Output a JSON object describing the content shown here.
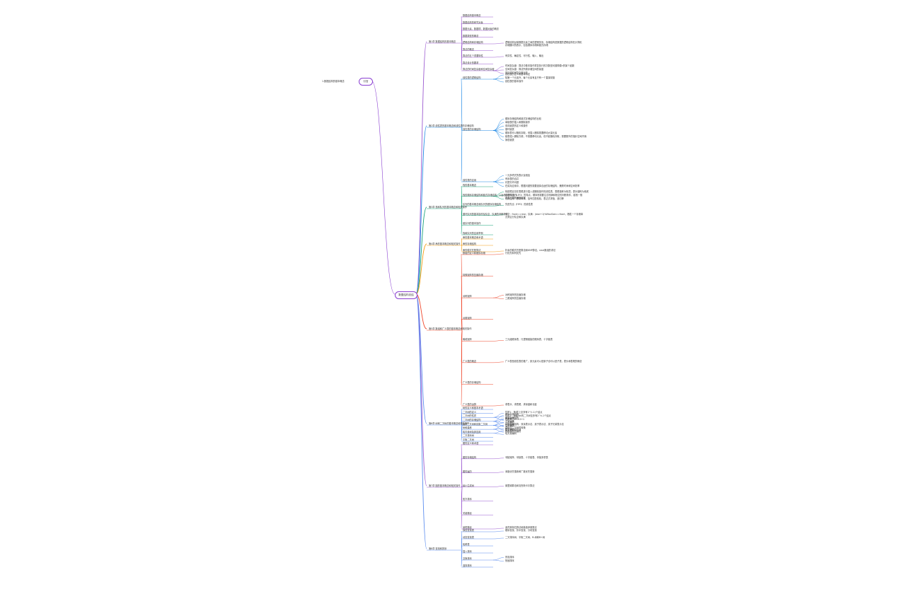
{
  "root": {
    "label": "数据结构总结"
  },
  "side": {
    "text": "1.数据结构的基本概念",
    "pill": "引言"
  },
  "colors": {
    "root_border": "#8a3fd1",
    "b1": "#9b59d0",
    "b2": "#1e88e5",
    "b3": "#1aa37a",
    "b4": "#f39c12",
    "b5": "#ef4a2f",
    "b6": "#5b8def",
    "b7": "#9b59d0",
    "b8": "#5b8def"
  },
  "branches": [
    {
      "label": "第1章 数据结构的基本概念",
      "children": [
        {
          "label": "数据结构基本概念"
        },
        {
          "label": "数据结构的研究对象"
        },
        {
          "label": "数据元素、数据项、数据对象的概念"
        },
        {
          "label": "数据类型的概念"
        },
        {
          "label": "逻辑结构和存储结构",
          "note": "逻辑结构反映数据元素之间的逻辑关系，存储结构是数据的逻辑结构在计算机存储器中的表示，包括顺序存储和链式存储"
        },
        {
          "label": "算法的概念"
        },
        {
          "label": "算法的五个重要特性",
          "note": "有穷性、确定性、可行性、输入、输出"
        },
        {
          "label": "算法设计的要求"
        },
        {
          "label": "算法的时间复杂度和空间复杂度",
          "items": [
            "时间复杂度：算法中基本操作重复执行的次数是问题规模n的某个函数",
            "空间复杂度：算法所需存储空间的量度",
            "常见的时间复杂度比较"
          ]
        }
      ]
    },
    {
      "label": "第2章 线性表的基本概念和线性表的存储结构",
      "children": [
        {
          "label": "线性表的逻辑结构",
          "items": [
            "线性表的定义和基本特征",
            "除第一个元素外，每个元素有且只有一个直接前驱",
            "线性表的基本操作"
          ]
        },
        {
          "label": "线性表的存储结构",
          "items": [
            "顺序存储结构和链式存储结构的比较",
            "单链表的插入和删除操作",
            "双向链表的定义和操作",
            "循环链表"
          ],
          "notes": [
            "顺序表可以随机存取，但插入删除需要移动大量元素",
            "链表插入删除方便，不需要移动元素，但不能随机存取，需要额外的指针空间开销",
            "静态链表"
          ]
        },
        {
          "label": "线性表的应用",
          "items": [
            "一元多项式的表示及相加",
            "有序表的合并",
            "约瑟夫环问题"
          ],
          "note": "在实际应用中，根据问题的需要选择合适的存储结构，兼顾时间和空间效率"
        }
      ]
    },
    {
      "label": "第3章 栈和队列的基本概念和相关操作",
      "children": [
        {
          "label": "栈的基本概念"
        },
        {
          "label": "栈的顺序存储结构和链式存储结构，以及栈的基本操作",
          "notes": [
            "栈是限定仅在表尾进行插入或删除操作的线性表，表尾端称为栈顶，表头端称为栈底",
            "后进先出（LIFO）的特点，顺序栈需要注意栈满和栈空的判断条件，链栈一般不会出现栈满的情况",
            "栈的应用：数制转换、括号匹配检验、表达式求值、递归等"
          ]
        },
        {
          "label": "队列的基本概念和队列的顺序存储结构",
          "note": "先进先出（FIFO）的线性表"
        },
        {
          "label": "循环队列的基本操作及队空、队满的判断条件",
          "note": "队空：front==rear；队满：(rear+1)%MaxSize==front，牺牲一个存储单元来区分队空和队满"
        },
        {
          "label": "链队列的基本操作"
        },
        {
          "label": "栈和队列的应用举例"
        }
      ]
    },
    {
      "label": "第4章 串的基本概念和相关操作",
      "children": [
        {
          "label": "串的基本概念和术语"
        },
        {
          "label": "串的存储结构"
        },
        {
          "label": "串的模式匹配算法",
          "note": "朴素的模式匹配算法和KMP算法，next数组的求法"
        }
      ]
    },
    {
      "label": "第5章 数组和广义表的基本概念和相关操作",
      "children": [
        {
          "label": "数组的定义和顺序存储",
          "note": "行优先和列优先"
        },
        {
          "label": "特殊矩阵的压缩存储"
        },
        {
          "label": "对称矩阵",
          "items": [
            "对称矩阵的压缩存储",
            "三角矩阵的压缩存储"
          ]
        },
        {
          "label": "对角矩阵"
        },
        {
          "label": "稀疏矩阵",
          "note": "三元组顺序表、行逻辑链接的顺序表、十字链表"
        },
        {
          "label": "广义表的概念",
          "note": "广义表是线性表的推广，其元素可以是原子也可以是子表，表头和表尾的概念"
        },
        {
          "label": "广义表的存储结构"
        },
        {
          "label": "广义表的运算",
          "note": "求表头、求表尾、求深度和长度"
        }
      ]
    },
    {
      "label": "第6章 树和二叉树的基本概念和相关操作",
      "children": [
        {
          "label": "树的定义和基本术语"
        },
        {
          "label": "二叉树的定义"
        },
        {
          "label": "二叉树的性质",
          "items": [
            "性质1：第i层上至多有2^(i-1)个结点",
            "性质2：深度为k的二叉树至多有2^k-1个结点",
            "性质3：n0=n2+1"
          ]
        },
        {
          "label": "二叉树的存储结构",
          "items": [
            "顺序存储结构",
            "链式存储结构",
            "二叉链表",
            "三叉链表"
          ]
        },
        {
          "label": "遍历二叉树和线索二叉树",
          "items": [
            "先序遍历",
            "中序遍历",
            "后序遍历",
            "层次遍历"
          ]
        },
        {
          "label": "树和森林",
          "items": [
            "树的存储结构：双亲表示法、孩子表示法、孩子兄弟表示法",
            "森林与二叉树的转换",
            "树和森林的遍历"
          ]
        },
        {
          "label": "哈夫曼树及其应用",
          "items": [
            "哈夫曼树的构造",
            "哈夫曼编码"
          ]
        },
        {
          "label": "二叉排序树"
        },
        {
          "label": "平衡二叉树"
        }
      ]
    },
    {
      "label": "第7章 图的基本概念和相关操作",
      "children": [
        {
          "label": "图的定义和术语"
        },
        {
          "label": "图的存储结构",
          "note": "邻接矩阵、邻接表、十字链表、邻接多重表"
        },
        {
          "label": "图的遍历",
          "note": "深度优先搜索和广度优先搜索"
        },
        {
          "label": "最小生成树",
          "note": "普里姆算法和克鲁斯卡尔算法"
        },
        {
          "label": "拓扑排序"
        },
        {
          "label": "关键路径"
        },
        {
          "label": "最短路径",
          "note": "迪杰斯特拉算法和弗洛伊德算法"
        }
      ]
    },
    {
      "label": "第8章 查找和排序",
      "children": [
        {
          "label": "静态查找表",
          "note": "顺序查找、折半查找、分块查找"
        },
        {
          "label": "动态查找表",
          "note": "二叉排序树、平衡二叉树、B-树和B+树"
        },
        {
          "label": "哈希表"
        },
        {
          "label": "插入排序"
        },
        {
          "label": "交换排序",
          "items": [
            "冒泡排序",
            "快速排序"
          ]
        },
        {
          "label": "选择排序"
        }
      ]
    }
  ]
}
